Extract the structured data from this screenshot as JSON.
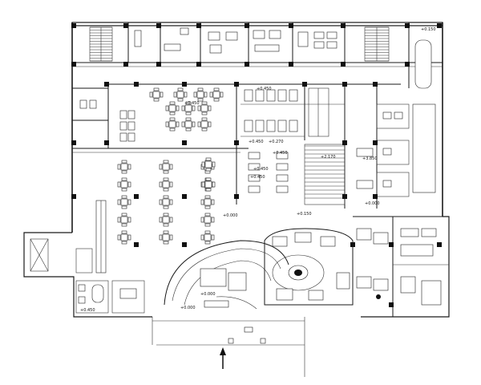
{
  "drawing": {
    "type": "architectural-floor-plan",
    "line_color": "#1a1a1a",
    "background": "#ffffff"
  },
  "level_marks": [
    "+0.150",
    "+0.450",
    "+0.450",
    "+0.450",
    "+0.270",
    "+0.450",
    "+2.170",
    "+3.850",
    "+0.450",
    "+0.450",
    "+0.000",
    "+0.150",
    "+0.000",
    "+0.000",
    "+0.450",
    "+0.000"
  ],
  "entrance_arrow": "up-arrow-icon"
}
